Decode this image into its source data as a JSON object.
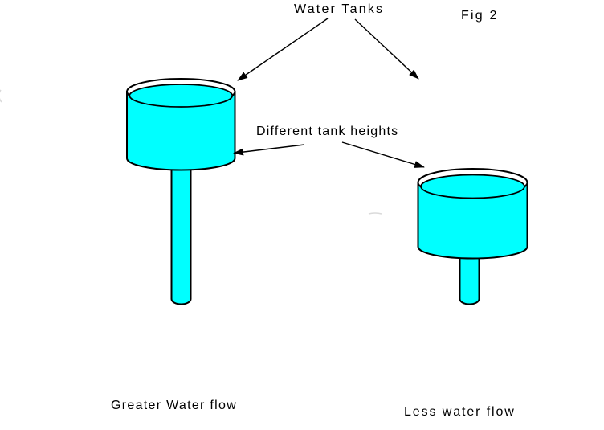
{
  "figure": {
    "title": "Water Tanks",
    "fig_label": "Fig 2",
    "annotation": "Different tank heights",
    "caption_left": "Greater Water flow",
    "caption_right": "Less water flow"
  },
  "colors": {
    "background": "#ffffff",
    "tank_fill": "#00ffff",
    "outline": "#000000",
    "text": "#000000"
  }
}
